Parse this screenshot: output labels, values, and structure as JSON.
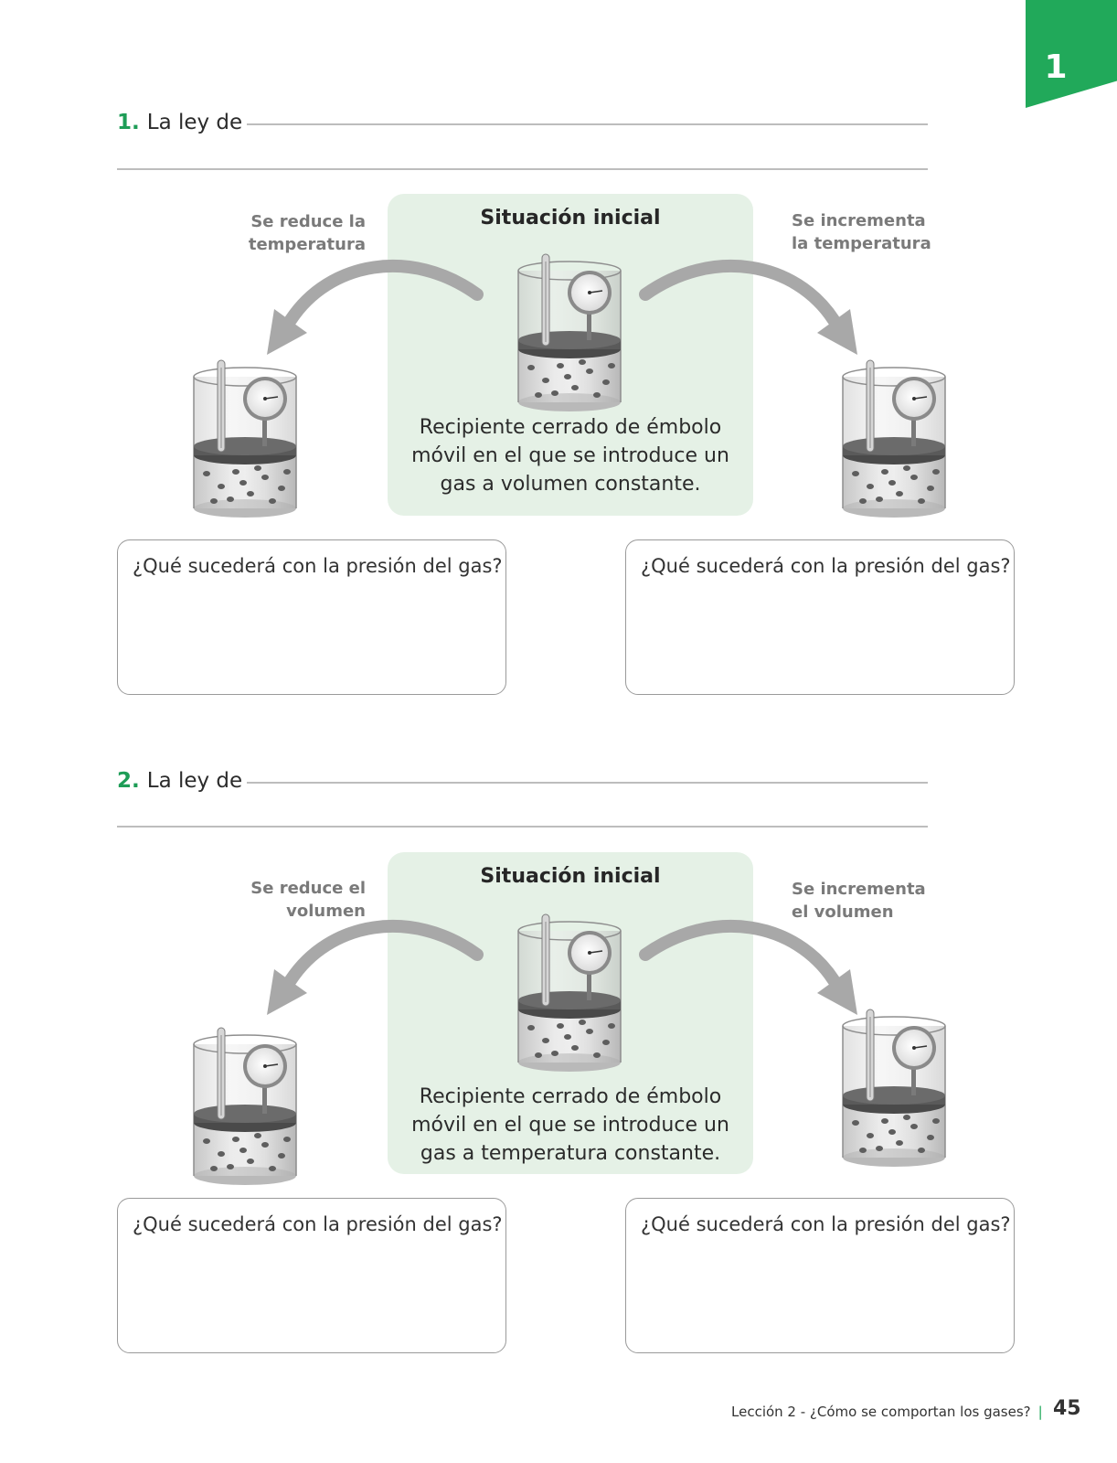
{
  "tab": {
    "number": "1",
    "color": "#21a95a"
  },
  "sections": [
    {
      "number": "1.",
      "heading": "La ley de",
      "panel_title": "Situación inicial",
      "panel_description": "Recipiente cerrado de émbolo móvil en el que se introduce un gas a volumen constante.",
      "left_label": "Se reduce la temperatura",
      "right_label": "Se incrementa la temperatura",
      "left_question": "¿Qué sucederá con la presión del gas?",
      "right_question": "¿Qué sucederá con la presión del gas?"
    },
    {
      "number": "2.",
      "heading": "La ley de",
      "panel_title": "Situación inicial",
      "panel_description": "Recipiente cerrado de émbolo móvil en el que se introduce un gas a temperatura constante.",
      "left_label": "Se reduce el volumen",
      "right_label": "Se incrementa el volumen",
      "left_question": "¿Qué sucederá con la presión del gas?",
      "right_question": "¿Qué sucederá con la presión del gas?"
    }
  ],
  "footer": {
    "lesson": "Lección 2 - ¿Cómo se comportan los gases?",
    "separator": "|",
    "page_number": "45"
  },
  "colors": {
    "accent": "#21a95a",
    "panel_bg": "#e5f1e6",
    "arrow": "#a8a8a8"
  }
}
